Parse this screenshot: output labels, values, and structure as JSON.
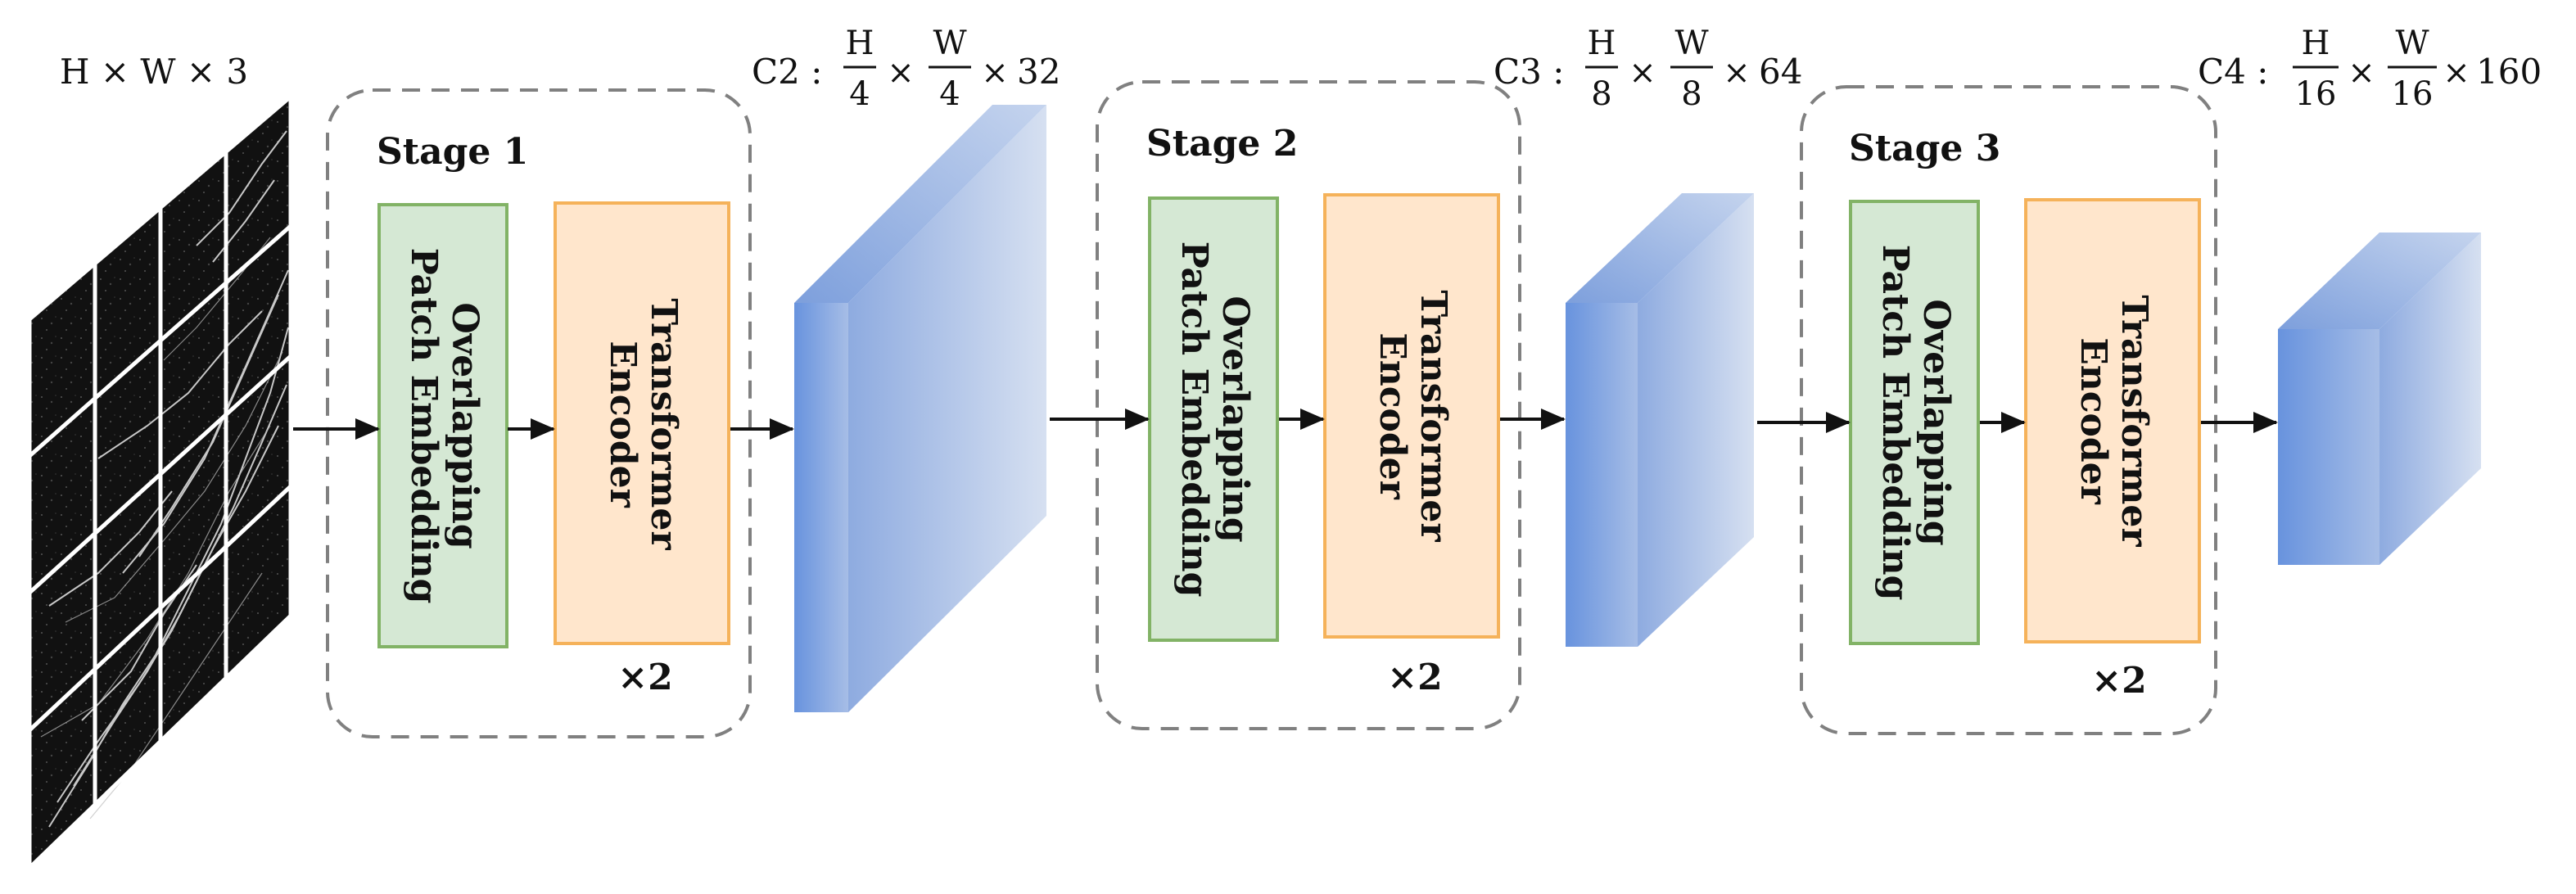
{
  "input": {
    "label": "H × W × 3"
  },
  "stages": [
    {
      "title": "Stage 1",
      "embed_line1": "Overlapping",
      "embed_line2": "Patch Embedding",
      "enc_line1": "Transformer",
      "enc_line2": "Encoder",
      "repeat": "×2"
    },
    {
      "title": "Stage 2",
      "embed_line1": "Overlapping",
      "embed_line2": "Patch Embedding",
      "enc_line1": "Transformer",
      "enc_line2": "Encoder",
      "repeat": "×2"
    },
    {
      "title": "Stage 3",
      "embed_line1": "Overlapping",
      "embed_line2": "Patch Embedding",
      "enc_line1": "Transformer",
      "enc_line2": "Encoder",
      "repeat": "×2"
    }
  ],
  "outputs": [
    {
      "name": "C2 :",
      "h_num": "H",
      "h_den": "4",
      "w_num": "W",
      "w_den": "4",
      "times": "×",
      "channels": "32"
    },
    {
      "name": "C3 :",
      "h_num": "H",
      "h_den": "8",
      "w_num": "W",
      "w_den": "8",
      "times": "×",
      "channels": "64"
    },
    {
      "name": "C4 :",
      "h_num": "H",
      "h_den": "16",
      "w_num": "W",
      "w_den": "16",
      "times": "×",
      "channels": "160"
    }
  ],
  "colors": {
    "embed_fill": "#d5e8d4",
    "embed_stroke": "#82b366",
    "enc_fill": "#ffe6cc",
    "enc_stroke": "#f5b25a",
    "cube_front_dark": "#6c97e0",
    "cube_front_light": "#a9c0e8",
    "cube_side_dark": "#8aa9df",
    "cube_side_light": "#d3def0",
    "dash": "#808080",
    "arrow": "#111111"
  }
}
